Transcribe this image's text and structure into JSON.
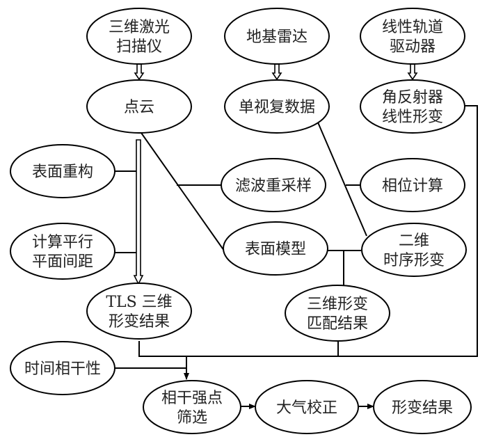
{
  "colors": {
    "stroke": "#000000",
    "text": "#222222",
    "background": "#ffffff"
  },
  "nodes": [
    {
      "id": "scanner",
      "lines": [
        "三维激光",
        "扫描仪"
      ]
    },
    {
      "id": "radar",
      "lines": [
        "地基雷达"
      ]
    },
    {
      "id": "rail",
      "lines": [
        "线性轨道",
        "驱动器"
      ]
    },
    {
      "id": "pointcloud",
      "lines": [
        "点云"
      ]
    },
    {
      "id": "slc",
      "lines": [
        "单视复数据"
      ]
    },
    {
      "id": "reflector",
      "lines": [
        "角反射器",
        "线性形变"
      ]
    },
    {
      "id": "reconstruct",
      "lines": [
        "表面重构"
      ]
    },
    {
      "id": "filter",
      "lines": [
        "滤波重采样"
      ]
    },
    {
      "id": "phase",
      "lines": [
        "相位计算"
      ]
    },
    {
      "id": "planes",
      "lines": [
        "计算平行",
        "平面间距"
      ]
    },
    {
      "id": "surface",
      "lines": [
        "表面模型"
      ]
    },
    {
      "id": "deform2d",
      "lines": [
        "二维",
        "时序形变"
      ]
    },
    {
      "id": "tls",
      "lines": [
        "TLS 三维",
        "形变结果"
      ]
    },
    {
      "id": "match3d",
      "lines": [
        "三维形变",
        "匹配结果"
      ]
    },
    {
      "id": "coherence",
      "lines": [
        "时间相干性"
      ]
    },
    {
      "id": "screening",
      "lines": [
        "相干强点",
        "筛选"
      ]
    },
    {
      "id": "atmos",
      "lines": [
        "大气校正"
      ]
    },
    {
      "id": "result",
      "lines": [
        "形变结果"
      ]
    }
  ]
}
